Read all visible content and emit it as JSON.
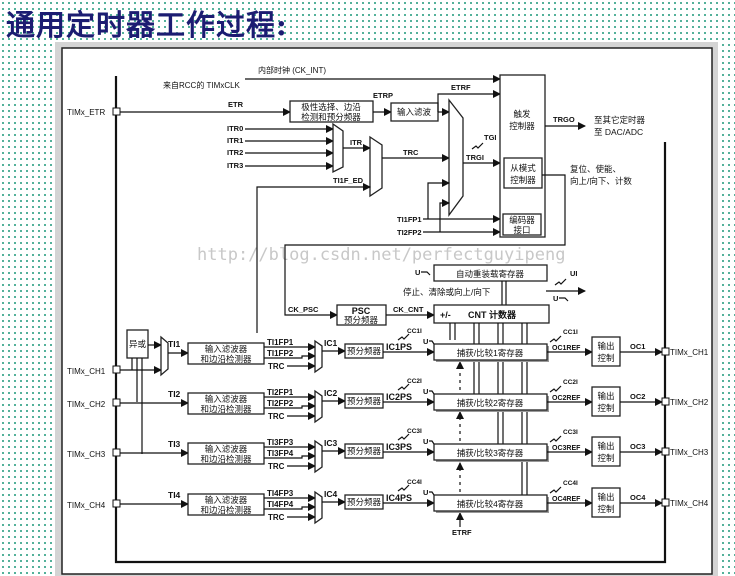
{
  "title": "通用定时器工作过程:",
  "watermark": "http://blog.csdn.net/perfectguyipeng",
  "clock": {
    "internal": "内部时钟 (CK_INT)",
    "rcc": "来自RCC的 TIMxCLK",
    "etr_pin": "TIMx_ETR",
    "etr": "ETR",
    "etrp": "ETRP",
    "etrf": "ETRF",
    "polarity_box": [
      "极性选择、边沿",
      "检测和预分频器"
    ],
    "filter_box": "输入滤波",
    "itr": [
      "ITR0",
      "ITR1",
      "ITR2",
      "ITR3"
    ],
    "itr_out": "ITR",
    "ti1f_ed": "TI1F_ED",
    "trc": "TRC",
    "tgi": "TGI",
    "trgi": "TRGI",
    "ti1fp1": "TI1FP1",
    "ti2fp2": "TI2FP2"
  },
  "controller": {
    "trigger": [
      "触发",
      "控制器"
    ],
    "slave": [
      "从模式",
      "控制器"
    ],
    "encoder": [
      "编码器",
      "接口"
    ],
    "trgo": "TRGO",
    "trgo_dest": [
      "至其它定时器",
      "至 DAC/ADC"
    ],
    "slave_out": [
      "复位、使能、",
      "向上/向下、计数"
    ]
  },
  "counter": {
    "arr": "自动重装载寄存器",
    "u": "U",
    "ui": "UI",
    "stop": "停止、清除或向上/向下",
    "psc": "PSC",
    "psc_sub": "预分频器",
    "ck_psc": "CK_PSC",
    "ck_cnt": "CK_CNT",
    "pm": "+/-",
    "cnt": "CNT 计数器"
  },
  "xor": "异或",
  "etrf_bottom": "ETRF",
  "channels": [
    {
      "pin": "TIMx_CH1",
      "ti": "TI1",
      "filter": [
        "输入滤波器",
        "和边沿检测器"
      ],
      "fp": [
        "TI1FP1",
        "TI1FP2"
      ],
      "trc": "TRC",
      "ic": "IC1",
      "prescaler": "预分频器",
      "icps": "IC1PS",
      "cci": "CC1I",
      "u": "U",
      "ccr": "捕获/比较1寄存器",
      "ocref": "OC1REF",
      "out_ctrl": [
        "输出",
        "控制"
      ],
      "oc": "OC1"
    },
    {
      "pin": "TIMx_CH2",
      "ti": "TI2",
      "filter": [
        "输入滤波器",
        "和边沿检测器"
      ],
      "fp": [
        "TI2FP1",
        "TI2FP2"
      ],
      "trc": "TRC",
      "ic": "IC2",
      "prescaler": "预分频器",
      "icps": "IC2PS",
      "cci": "CC2I",
      "u": "U",
      "ccr": "捕获/比较2寄存器",
      "ocref": "OC2REF",
      "out_ctrl": [
        "输出",
        "控制"
      ],
      "oc": "OC2"
    },
    {
      "pin": "TIMx_CH3",
      "ti": "TI3",
      "filter": [
        "输入滤波器",
        "和边沿检测器"
      ],
      "fp": [
        "TI3FP3",
        "TI3FP4"
      ],
      "trc": "TRC",
      "ic": "IC3",
      "prescaler": "预分频器",
      "icps": "IC3PS",
      "cci": "CC3I",
      "u": "U",
      "ccr": "捕获/比较3寄存器",
      "ocref": "OC3REF",
      "out_ctrl": [
        "输出",
        "控制"
      ],
      "oc": "OC3"
    },
    {
      "pin": "TIMx_CH4",
      "ti": "TI4",
      "filter": [
        "输入滤波器",
        "和边沿检测器"
      ],
      "fp": [
        "TI4FP3",
        "TI4FP4"
      ],
      "trc": "TRC",
      "ic": "IC4",
      "prescaler": "预分频器",
      "icps": "IC4PS",
      "cci": "CC4I",
      "u": "U",
      "ccr": "捕获/比较4寄存器",
      "ocref": "OC4REF",
      "out_ctrl": [
        "输出",
        "控制"
      ],
      "oc": "OC4"
    }
  ]
}
